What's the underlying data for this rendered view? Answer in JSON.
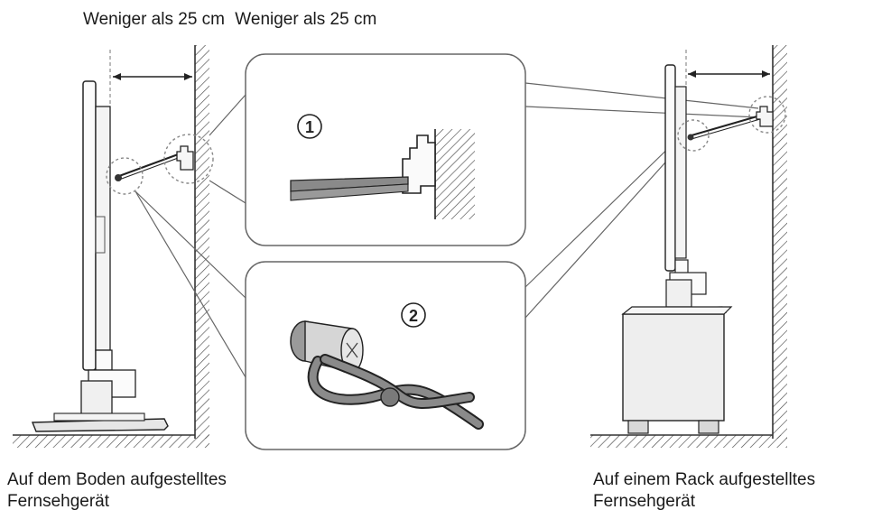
{
  "distance_labels": [
    "Weniger als 25 cm",
    "Weniger als 25 cm"
  ],
  "detail_markers": [
    "①",
    "②"
  ],
  "captions": {
    "left": [
      "Auf dem Boden aufgestelltes",
      "Fernsehgerät"
    ],
    "right": [
      "Auf einem Rack aufgestelltes",
      "Fernsehgerät"
    ]
  }
}
